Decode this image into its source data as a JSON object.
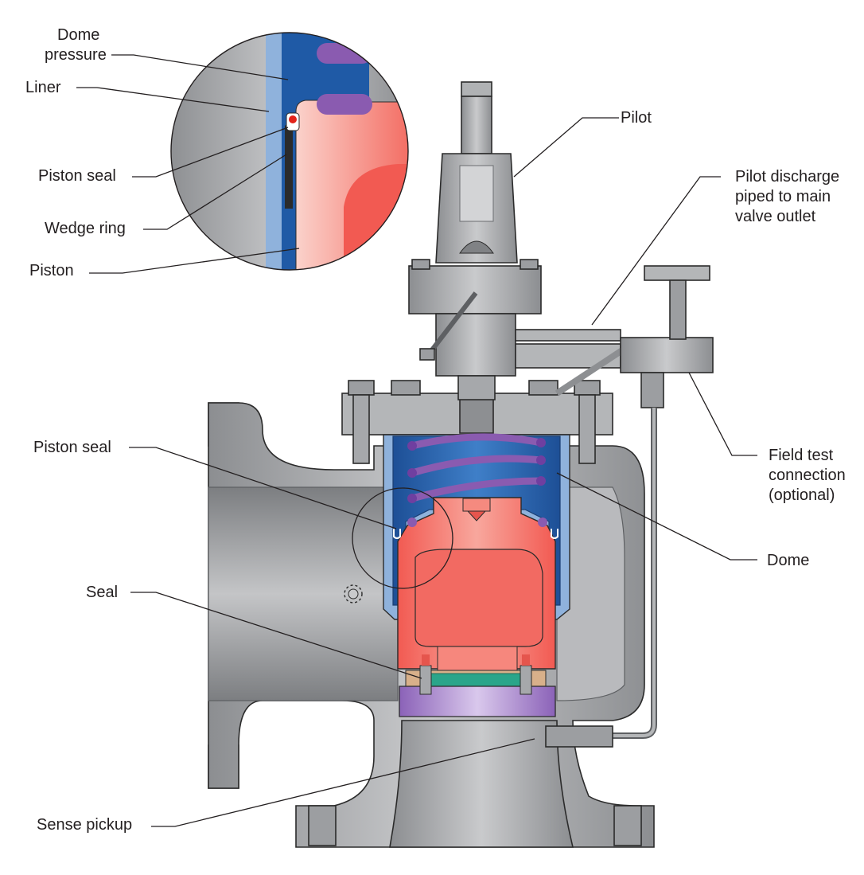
{
  "labels": {
    "dome_pressure": [
      "Dome",
      "pressure"
    ],
    "liner": "Liner",
    "piston_seal_detail": "Piston seal",
    "wedge_ring": "Wedge ring",
    "piston_detail": "Piston",
    "pilot": "Pilot",
    "pilot_discharge": [
      "Pilot discharge",
      "piped to main",
      "valve outlet"
    ],
    "piston_seal": "Piston seal",
    "field_test": [
      "Field test",
      "connection",
      "(optional)"
    ],
    "dome": "Dome",
    "seal": "Seal",
    "sense_pickup": "Sense pickup"
  },
  "colors": {
    "body_gray": "#a9abae",
    "body_dark": "#7d7f82",
    "dome_blue": "#1f5aa6",
    "liner_blue": "#8fb2dc",
    "piston_red": "#f4716a",
    "piston_light": "#f9b7ae",
    "spring_purple": "#8a5bb0",
    "seat_teal": "#2aa58a",
    "seat_purple": "#b59ad4",
    "line": "#231f20"
  },
  "icons": [
    "detail-magnifier-circle",
    "spring-coil",
    "pilot-valve",
    "needle-valve",
    "bolt"
  ]
}
